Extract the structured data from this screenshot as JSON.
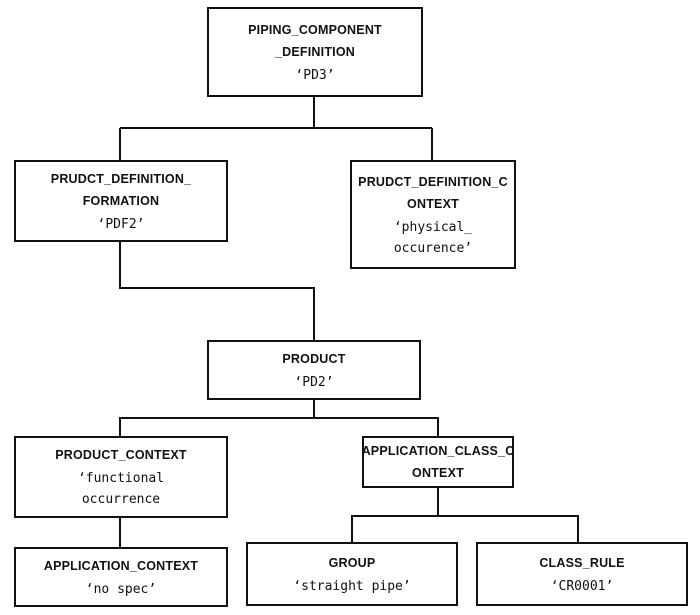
{
  "diagram": {
    "type": "entity-instance tree",
    "nodes": {
      "pd3": {
        "title_lines": [
          "PIPING_COMPONENT",
          "_DEFINITION"
        ],
        "instance_lines": [
          "‘PD3’"
        ]
      },
      "pdf2": {
        "title_lines": [
          "PRUDCT_DEFINITION_",
          "FORMATION"
        ],
        "instance_lines": [
          "‘PDF2’"
        ]
      },
      "pdc": {
        "title_lines": [
          "PRUDCT_DEFINITION_C",
          "ONTEXT"
        ],
        "instance_lines": [
          "‘physical_",
          "occurence’"
        ]
      },
      "pd2": {
        "title_lines": [
          "PRODUCT"
        ],
        "instance_lines": [
          "‘PD2’"
        ]
      },
      "pc": {
        "title_lines": [
          "PRODUCT_CONTEXT"
        ],
        "instance_lines": [
          "‘functional",
          "occurrence"
        ]
      },
      "acc": {
        "title_lines": [
          "APPLICATION_CLASS_C",
          "ONTEXT"
        ],
        "instance_lines": []
      },
      "ac": {
        "title_lines": [
          "APPLICATION_CONTEXT"
        ],
        "instance_lines": [
          "‘no spec’"
        ]
      },
      "group": {
        "title_lines": [
          "GROUP"
        ],
        "instance_lines": [
          "‘straight pipe’"
        ]
      },
      "cr": {
        "title_lines": [
          "CLASS_RULE"
        ],
        "instance_lines": [
          "‘CR0001’"
        ]
      }
    },
    "edges": [
      [
        "pd3",
        "pdf2"
      ],
      [
        "pd3",
        "pdc"
      ],
      [
        "pdf2",
        "pd2"
      ],
      [
        "pd2",
        "pc"
      ],
      [
        "pd2",
        "acc"
      ],
      [
        "pc",
        "ac"
      ],
      [
        "acc",
        "group"
      ],
      [
        "acc",
        "cr"
      ]
    ]
  }
}
